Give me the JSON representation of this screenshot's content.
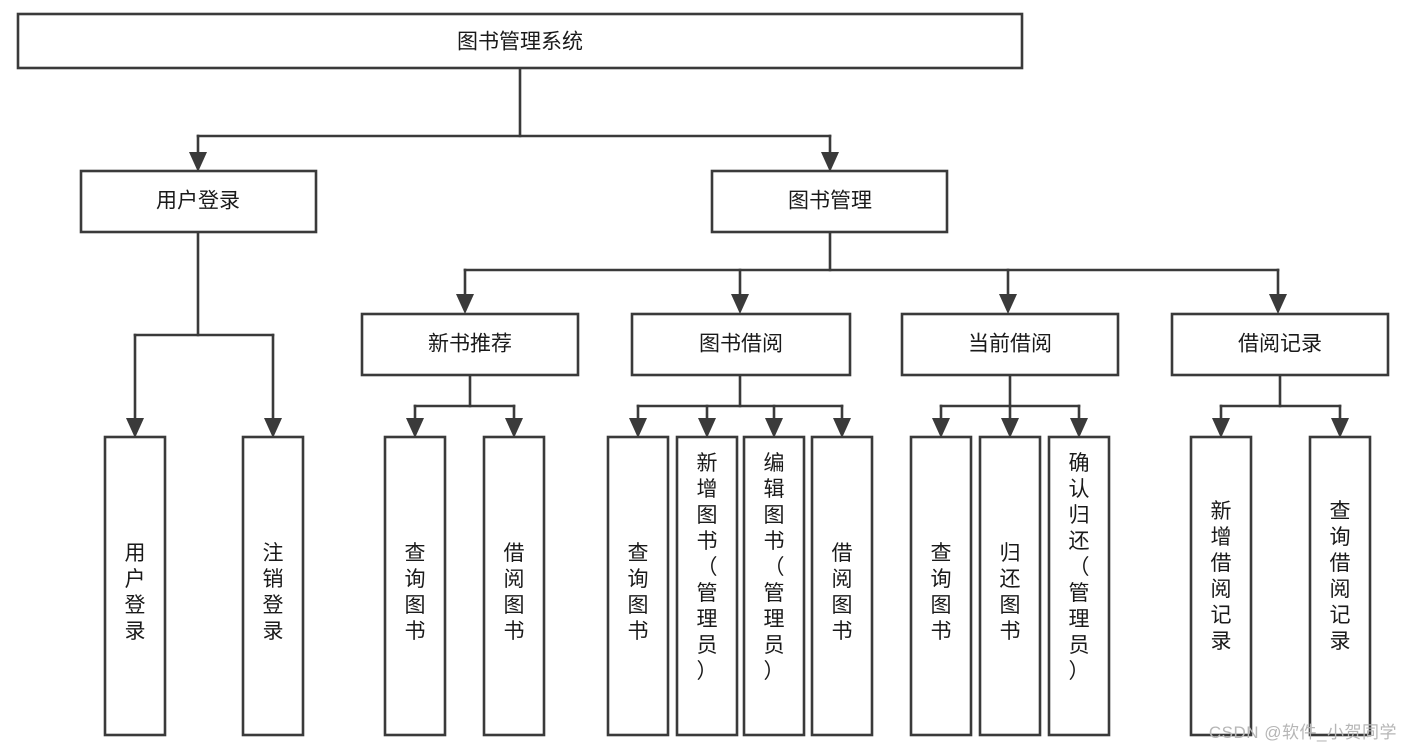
{
  "diagram": {
    "type": "tree",
    "title": "图书管理系统",
    "orientation": "top-down",
    "colors": {
      "box_border": "#3a3a3a",
      "box_fill": "#ffffff",
      "connector": "#3a3a3a",
      "text": "#1a1a1a",
      "watermark": "#b6b6b6",
      "background": "#ffffff"
    },
    "nodes": {
      "root": {
        "label": "图书管理系统",
        "level": 1,
        "orientation": "horizontal"
      },
      "l2": [
        {
          "label": "用户登录",
          "level": 2,
          "orientation": "horizontal"
        },
        {
          "label": "图书管理",
          "level": 2,
          "orientation": "horizontal"
        }
      ],
      "l3": [
        {
          "label": "新书推荐",
          "level": 3,
          "orientation": "horizontal"
        },
        {
          "label": "图书借阅",
          "level": 3,
          "orientation": "horizontal"
        },
        {
          "label": "当前借阅",
          "level": 3,
          "orientation": "horizontal"
        },
        {
          "label": "借阅记录",
          "level": 3,
          "orientation": "horizontal"
        }
      ],
      "leaves_user_login": [
        {
          "label": "用户登录",
          "orientation": "vertical"
        },
        {
          "label": "注销登录",
          "orientation": "vertical"
        }
      ],
      "leaves_new_book": [
        {
          "label": "查询图书",
          "orientation": "vertical"
        },
        {
          "label": "借阅图书",
          "orientation": "vertical"
        }
      ],
      "leaves_borrow": [
        {
          "label": "查询图书",
          "orientation": "vertical"
        },
        {
          "label": "新增图书（管理员）",
          "orientation": "vertical"
        },
        {
          "label": "编辑图书（管理员）",
          "orientation": "vertical"
        },
        {
          "label": "借阅图书",
          "orientation": "vertical"
        }
      ],
      "leaves_current": [
        {
          "label": "查询图书",
          "orientation": "vertical"
        },
        {
          "label": "归还图书",
          "orientation": "vertical"
        },
        {
          "label": "确认归还（管理员）",
          "orientation": "vertical"
        }
      ],
      "leaves_record": [
        {
          "label": "新增借阅记录",
          "orientation": "vertical"
        },
        {
          "label": "查询借阅记录",
          "orientation": "vertical"
        }
      ]
    },
    "edges": [
      {
        "from": "图书管理系统",
        "to": "用户登录"
      },
      {
        "from": "图书管理系统",
        "to": "图书管理"
      },
      {
        "from": "图书管理",
        "to": "新书推荐"
      },
      {
        "from": "图书管理",
        "to": "图书借阅"
      },
      {
        "from": "图书管理",
        "to": "当前借阅"
      },
      {
        "from": "图书管理",
        "to": "借阅记录"
      },
      {
        "from": "用户登录",
        "to": "用户登录"
      },
      {
        "from": "用户登录",
        "to": "注销登录"
      },
      {
        "from": "新书推荐",
        "to": "查询图书"
      },
      {
        "from": "新书推荐",
        "to": "借阅图书"
      },
      {
        "from": "图书借阅",
        "to": "查询图书"
      },
      {
        "from": "图书借阅",
        "to": "新增图书（管理员）"
      },
      {
        "from": "图书借阅",
        "to": "编辑图书（管理员）"
      },
      {
        "from": "图书借阅",
        "to": "借阅图书"
      },
      {
        "from": "当前借阅",
        "to": "查询图书"
      },
      {
        "from": "当前借阅",
        "to": "归还图书"
      },
      {
        "from": "当前借阅",
        "to": "确认归还（管理员）"
      },
      {
        "from": "借阅记录",
        "to": "新增借阅记录"
      },
      {
        "from": "借阅记录",
        "to": "查询借阅记录"
      }
    ]
  },
  "watermark": {
    "text": "CSDN @软件_小贺同学"
  }
}
